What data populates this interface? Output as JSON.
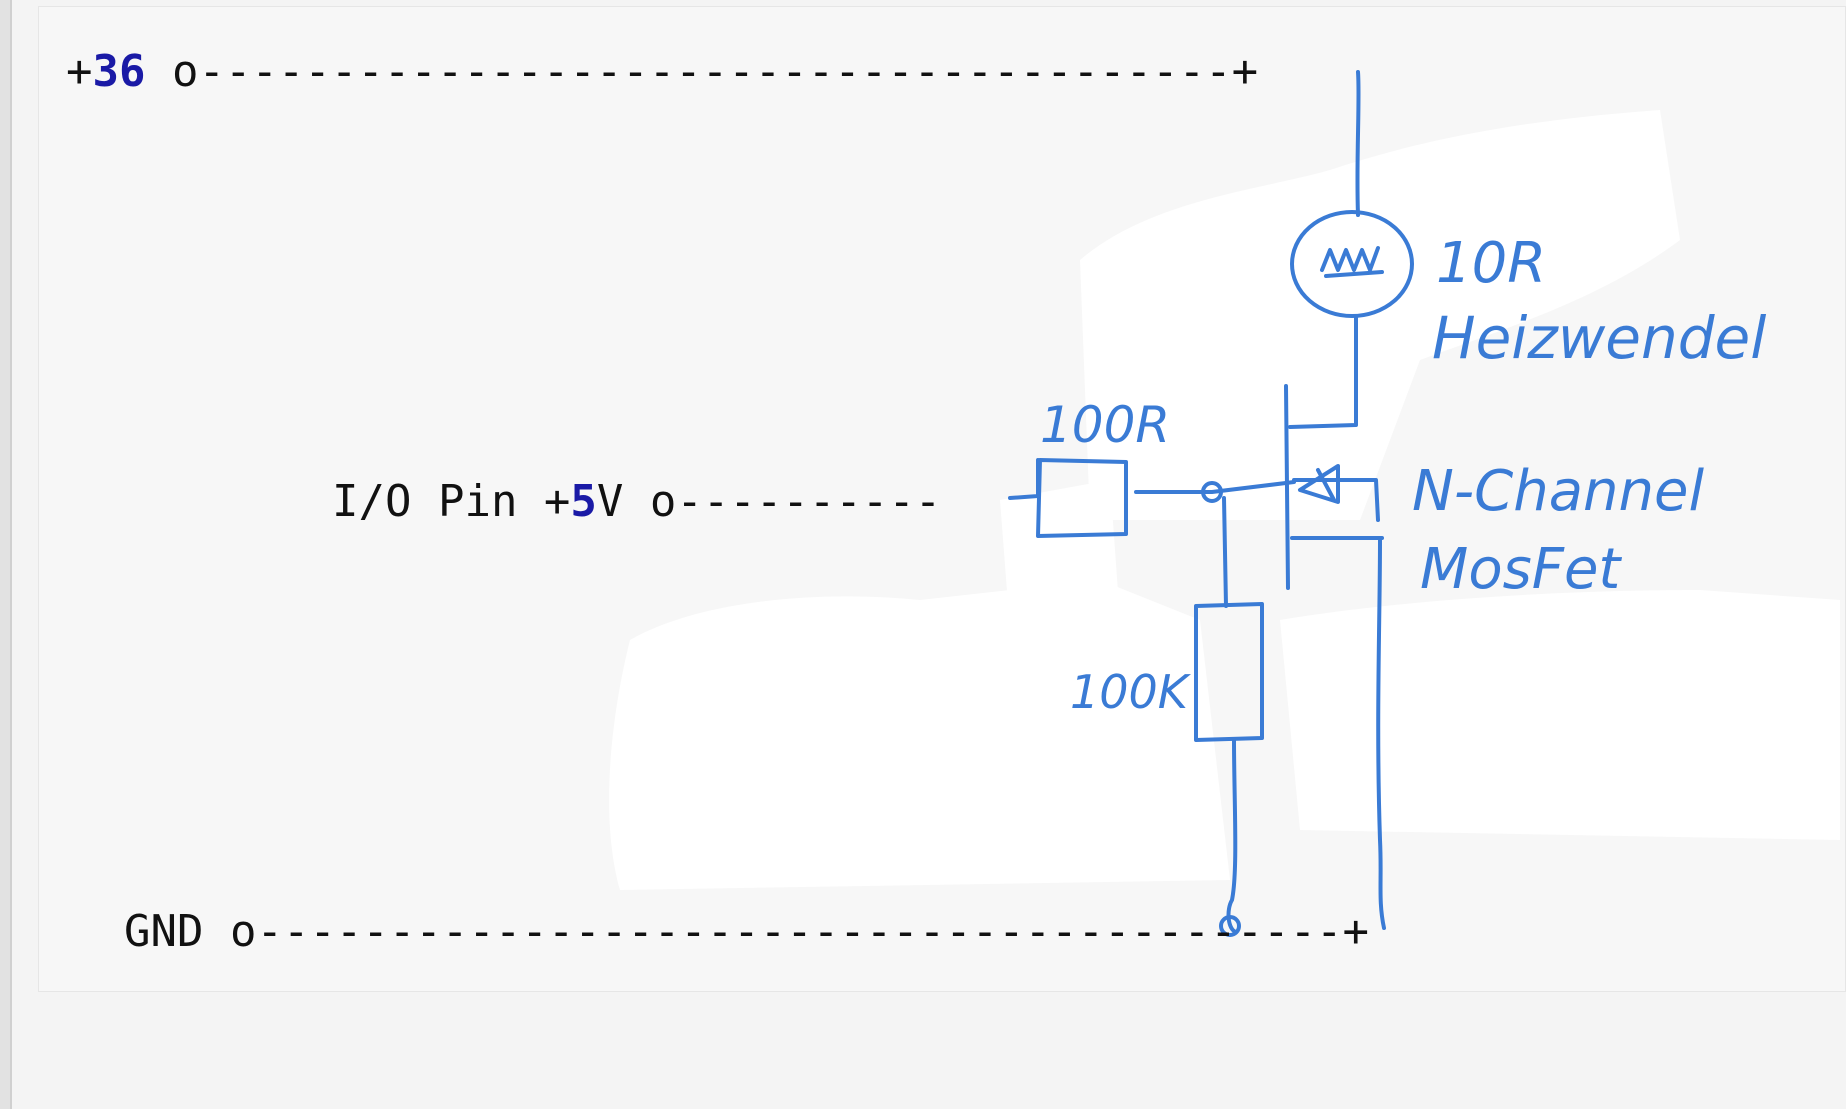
{
  "code": {
    "line_top": {
      "prefix": "+",
      "number": "36",
      "suffix": " o---------------------------------------+"
    },
    "line_io": {
      "prefix": "I/O Pin +",
      "number": "5",
      "suffix": "V o----------"
    },
    "line_gnd": {
      "text": "GND o-----------------------------------------+"
    }
  },
  "annotations": {
    "heater_value": "10R",
    "heater_name": "Heizwendel",
    "gate_resistor": "100R",
    "pulldown_resistor": "100K",
    "mosfet_line1": "N-Channel",
    "mosfet_line2": "MosFet"
  },
  "colors": {
    "ink": "#3a7bd5",
    "number": "#1a1aa6",
    "text": "#111111"
  }
}
